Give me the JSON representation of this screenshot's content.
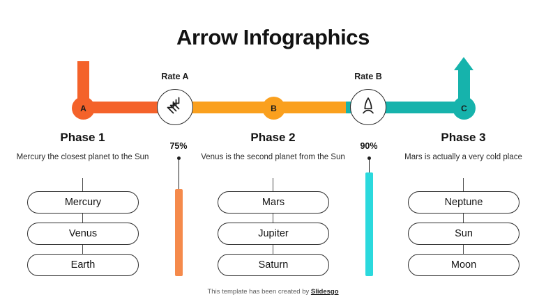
{
  "title": "Arrow Infographics",
  "timeline": {
    "nodes": [
      {
        "label": "A",
        "color": "#F4622A"
      },
      {
        "label": "B",
        "color": "#FAA01E"
      },
      {
        "label": "C",
        "color": "#16B3AC"
      }
    ],
    "markers": [
      {
        "label": "Rate A",
        "icon": "stacked-chevrons-icon"
      },
      {
        "label": "Rate B",
        "icon": "rocket-icon"
      }
    ]
  },
  "phases": [
    {
      "title": "Phase 1",
      "description": "Mercury the closest planet to the Sun",
      "items": [
        "Mercury",
        "Venus",
        "Earth"
      ]
    },
    {
      "title": "Phase 2",
      "description": "Venus is the second planet from the Sun",
      "items": [
        "Mars",
        "Jupiter",
        "Saturn"
      ]
    },
    {
      "title": "Phase 3",
      "description": "Mars is actually a very cold place",
      "items": [
        "Neptune",
        "Sun",
        "Moon"
      ]
    }
  ],
  "rates": [
    {
      "label": "75%",
      "value": 75,
      "color": "#F58A4B"
    },
    {
      "label": "90%",
      "value": 90,
      "color": "#2BD9DD"
    }
  ],
  "footer": {
    "prefix": "This template has been created by ",
    "brand": "Slidesgo"
  },
  "chart_data": {
    "type": "bar",
    "title": "Arrow Infographics",
    "categories": [
      "Rate A",
      "Rate B"
    ],
    "values": [
      75,
      90
    ],
    "xlabel": "",
    "ylabel": "",
    "ylim": [
      0,
      100
    ]
  }
}
